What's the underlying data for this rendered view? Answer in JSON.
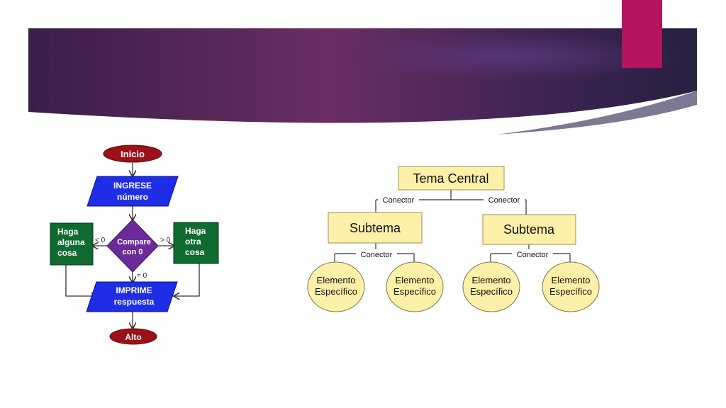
{
  "flowchart": {
    "start": "Inicio",
    "input": [
      "INGRESE",
      "número"
    ],
    "decision": [
      "Compare",
      "con 0"
    ],
    "left_action": [
      "Haga",
      "alguna",
      "cosa"
    ],
    "right_action": [
      "Haga",
      "otra",
      "cosa"
    ],
    "branch_less": "< 0",
    "branch_greater": "> 0",
    "branch_equal": "= 0",
    "output": [
      "IMPRIME",
      "respuesta"
    ],
    "end": "Alto"
  },
  "concept_map": {
    "central": "Tema Central",
    "connector": "Conector",
    "subtopics": [
      "Subtema",
      "Subtema"
    ],
    "element": [
      "Elemento",
      "Específico"
    ]
  },
  "colors": {
    "terminal": "#9c1018",
    "io": "#1f2ee6",
    "decision": "#6b2b9a",
    "process": "#0f6b2f",
    "concept_box": "#fdf0a8",
    "concept_border": "#9a8f55"
  }
}
